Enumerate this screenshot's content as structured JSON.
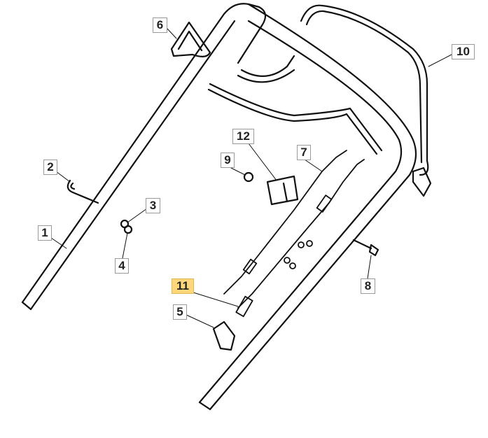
{
  "diagram": {
    "highlight_color": "#fdd77a",
    "callouts": [
      {
        "id": "6",
        "label": "6"
      },
      {
        "id": "10",
        "label": "10"
      },
      {
        "id": "12",
        "label": "12"
      },
      {
        "id": "7",
        "label": "7"
      },
      {
        "id": "9",
        "label": "9"
      },
      {
        "id": "2",
        "label": "2"
      },
      {
        "id": "3",
        "label": "3"
      },
      {
        "id": "1",
        "label": "1"
      },
      {
        "id": "4",
        "label": "4"
      },
      {
        "id": "11",
        "label": "11",
        "highlighted": true
      },
      {
        "id": "8",
        "label": "8"
      },
      {
        "id": "5",
        "label": "5"
      }
    ]
  }
}
